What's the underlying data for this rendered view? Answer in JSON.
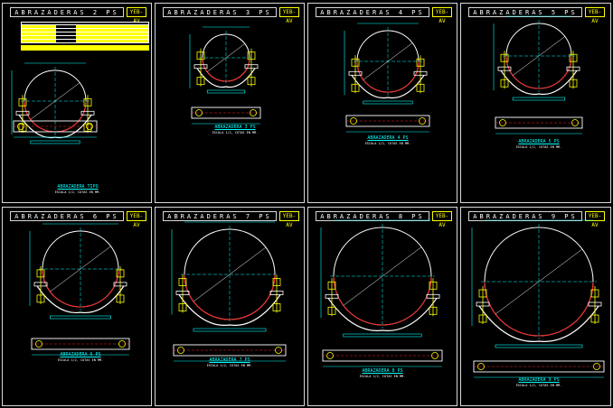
{
  "sheets": [
    {
      "title": "ABRAZADERAS 2 PS",
      "badge": "YEB-AV",
      "caption": "ABRAZADERA TIPO",
      "scale": "ESCALA 1/2, COTAS EN MM."
    },
    {
      "title": "ABRAZADERAS 3 PS",
      "badge": "YEB-AV",
      "caption": "ABRAZADERA 3 PS",
      "scale": "ESCALA 1/2, COTAS EN MM."
    },
    {
      "title": "ABRAZADERAS 4 PS",
      "badge": "YEB-AV",
      "caption": "ABRAZADERA 4 PS",
      "scale": "ESCALA 1/2, COTAS EN MM."
    },
    {
      "title": "ABRAZADERAS 5 PS",
      "badge": "YEB-AV",
      "caption": "ABRAZADERA 5 PS",
      "scale": "ESCALA 1/2, COTAS EN MM."
    },
    {
      "title": "ABRAZADERAS 6 PS",
      "badge": "YEB-AV",
      "caption": "ABRAZADERA 6 PS",
      "scale": "ESCALA 1/2, COTAS EN MM."
    },
    {
      "title": "ABRAZADERAS 7 PS",
      "badge": "YEB-AV",
      "caption": "ABRAZADERA 7 PS",
      "scale": "ESCALA 1/2, COTAS EN MM."
    },
    {
      "title": "ABRAZADERAS 8 PS",
      "badge": "YEB-AV",
      "caption": "ABRAZADERA 8 PS",
      "scale": "ESCALA 1/2, COTAS EN MM."
    },
    {
      "title": "ABRAZADERAS 9 PS",
      "badge": "YEB-AV",
      "caption": "ABRAZADERA 9 PS",
      "scale": "ESCALA 1/2, COTAS EN MM."
    }
  ],
  "colors": {
    "line": "#ffffff",
    "dim": "#00ffff",
    "bolt": "#ffff00",
    "red": "#ff2020",
    "green": "#00ff00",
    "frame": "#d8d8d8"
  }
}
